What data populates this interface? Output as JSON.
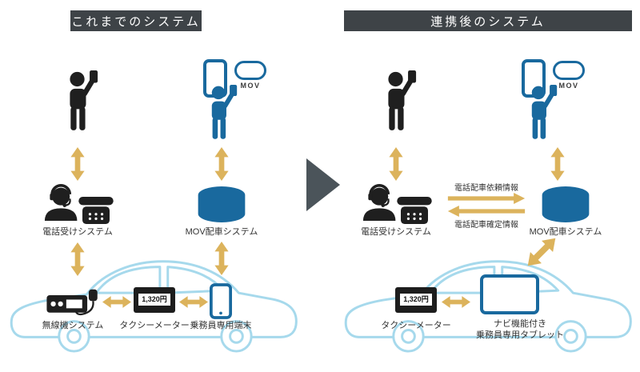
{
  "left": {
    "title": "これまでのシステム",
    "phone_system": "電話受けシステム",
    "mov_system": "MOV配車システム",
    "radio": "無線機システム",
    "meter": "タクシーメーター",
    "meter_value": "1,320円",
    "terminal": "乗務員専用端末",
    "mov_logo": "MOV"
  },
  "right": {
    "title": "連携後のシステム",
    "phone_system": "電話受けシステム",
    "mov_system": "MOV配車システム",
    "request_info": "電話配車依頼情報",
    "confirm_info": "電話配車確定情報",
    "meter": "タクシーメーター",
    "meter_value": "1,320円",
    "tablet_line1": "ナビ機能付き",
    "tablet_line2": "乗務員専用タブレット",
    "mov_logo": "MOV"
  },
  "icons": {
    "caller-icon": "person raising phone",
    "mov-user-icon": "app user raising phone",
    "smartphone-icon": "smartphone",
    "operator-icon": "call operator with headset",
    "desk-phone-icon": "telephone device",
    "dispatch-db-icon": "blue cylinder system",
    "car-outline": "taxi silhouette",
    "radio-icon": "in-car radio unit",
    "taxi-meter": "fare meter",
    "driver-terminal-icon": "driver smartphone",
    "tablet-icon": "driver tablet",
    "two-way-arrow": "gold double-headed arrow",
    "transition-arrow": "gray before/after arrow"
  },
  "colors": {
    "header_bg": "#3e4347",
    "arrow_gold": "#dcb35c",
    "mov_blue": "#19699e",
    "car_outline": "#a6d9ec",
    "transition_gray": "#4b545a"
  }
}
